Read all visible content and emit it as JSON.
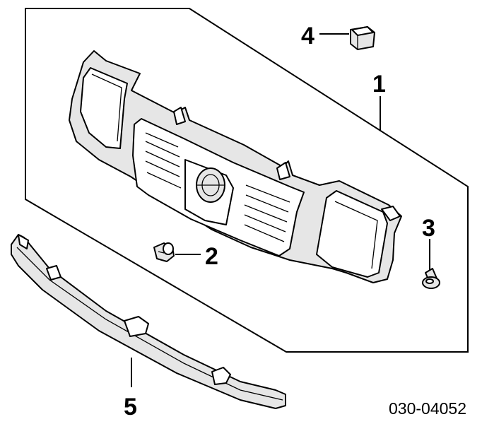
{
  "callouts": [
    {
      "id": "1",
      "label": "1"
    },
    {
      "id": "2",
      "label": "2"
    },
    {
      "id": "3",
      "label": "3"
    },
    {
      "id": "4",
      "label": "4"
    },
    {
      "id": "5",
      "label": "5"
    }
  ],
  "reference_code": "030-04052"
}
